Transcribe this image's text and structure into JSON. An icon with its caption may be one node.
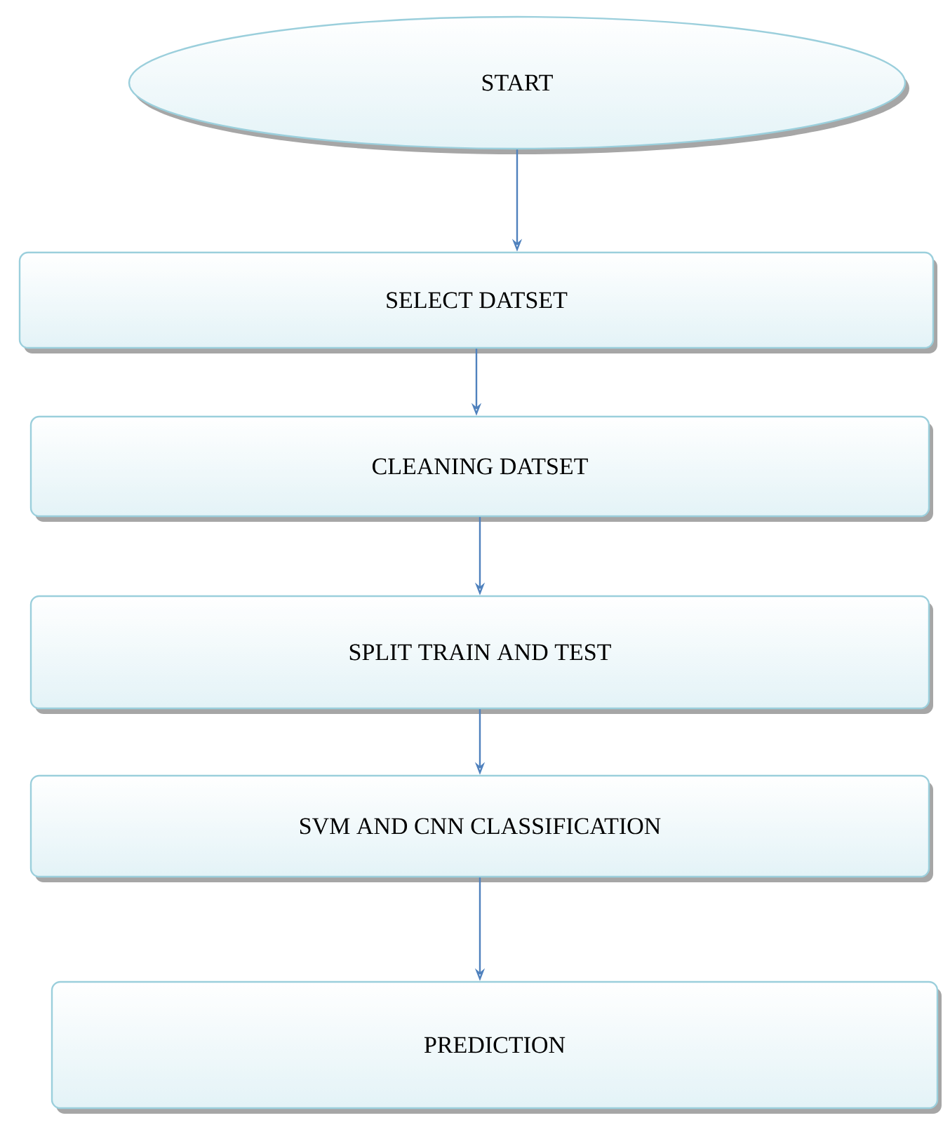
{
  "diagram": {
    "nodes": [
      {
        "text": [
          "START"
        ]
      },
      {
        "text": [
          "SELECT DATSET"
        ]
      },
      {
        "text": [
          "CLEANING DATSET"
        ]
      },
      {
        "text": [
          "SPLIT TRAIN AND TEST"
        ]
      },
      {
        "text": [
          "SVM AND CNN CLASSIFICATION"
        ]
      },
      {
        "text": [
          "PREDICTION"
        ]
      }
    ],
    "edges": [
      {
        "from": 0,
        "to": 1,
        "arrow": "to"
      },
      {
        "from": 1,
        "to": 2,
        "arrow": "to"
      },
      {
        "from": 2,
        "to": 3,
        "arrow": "to"
      },
      {
        "from": 3,
        "to": 4,
        "arrow": "to"
      },
      {
        "from": 4,
        "to": 5,
        "arrow": "to"
      }
    ]
  }
}
